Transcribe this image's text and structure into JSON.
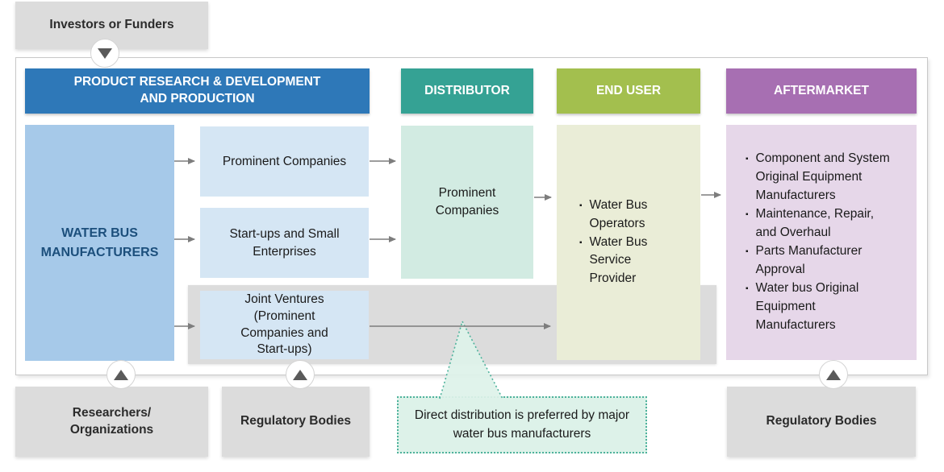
{
  "glyphs": {
    "bullet": "▪"
  },
  "colors": {
    "header_rd": "#2e78b8",
    "header_distributor": "#35a294",
    "header_end_user": "#a3bf4e",
    "header_aftermarket": "#a76fb2",
    "manufacturers_fill": "#a6c9e9",
    "child_box_fill": "#d5e6f4",
    "distributor_fill": "#d2ebe2",
    "end_user_fill": "#eaedd7",
    "aftermarket_fill": "#e6d7e9",
    "external_gray": "#dcdcdc",
    "callout_fill": "#ddf2e9",
    "callout_border": "#4eb29c",
    "arrow_gray": "#7d7d7d"
  },
  "external": {
    "investors": "Investors or Funders",
    "researchers": "Researchers/\nOrganizations",
    "regulatory_left": "Regulatory Bodies",
    "regulatory_right": "Regulatory Bodies"
  },
  "headers": {
    "rd": "PRODUCT RESEARCH & DEVELOPMENT\nAND PRODUCTION",
    "distributor": "DISTRIBUTOR",
    "end_user": "END USER",
    "aftermarket": "AFTERMARKET"
  },
  "production": {
    "manufacturers": "WATER BUS\nMANUFACTURERS",
    "prominent_companies": "Prominent Companies",
    "startups": "Start-ups and Small Enterprises",
    "joint_ventures": "Joint Ventures\n(Prominent\nCompanies and\nStart-ups)"
  },
  "distributor": {
    "prominent_companies": "Prominent Companies"
  },
  "end_user": {
    "items": [
      "Water Bus Operators",
      "Water Bus Service Provider"
    ]
  },
  "aftermarket": {
    "items": [
      "Component and System Original Equipment Manufacturers",
      "Maintenance, Repair, and Overhaul",
      "Parts Manufacturer Approval",
      "Water bus Original Equipment Manufacturers"
    ]
  },
  "callout": {
    "text": "Direct distribution is preferred by major water bus manufacturers"
  }
}
